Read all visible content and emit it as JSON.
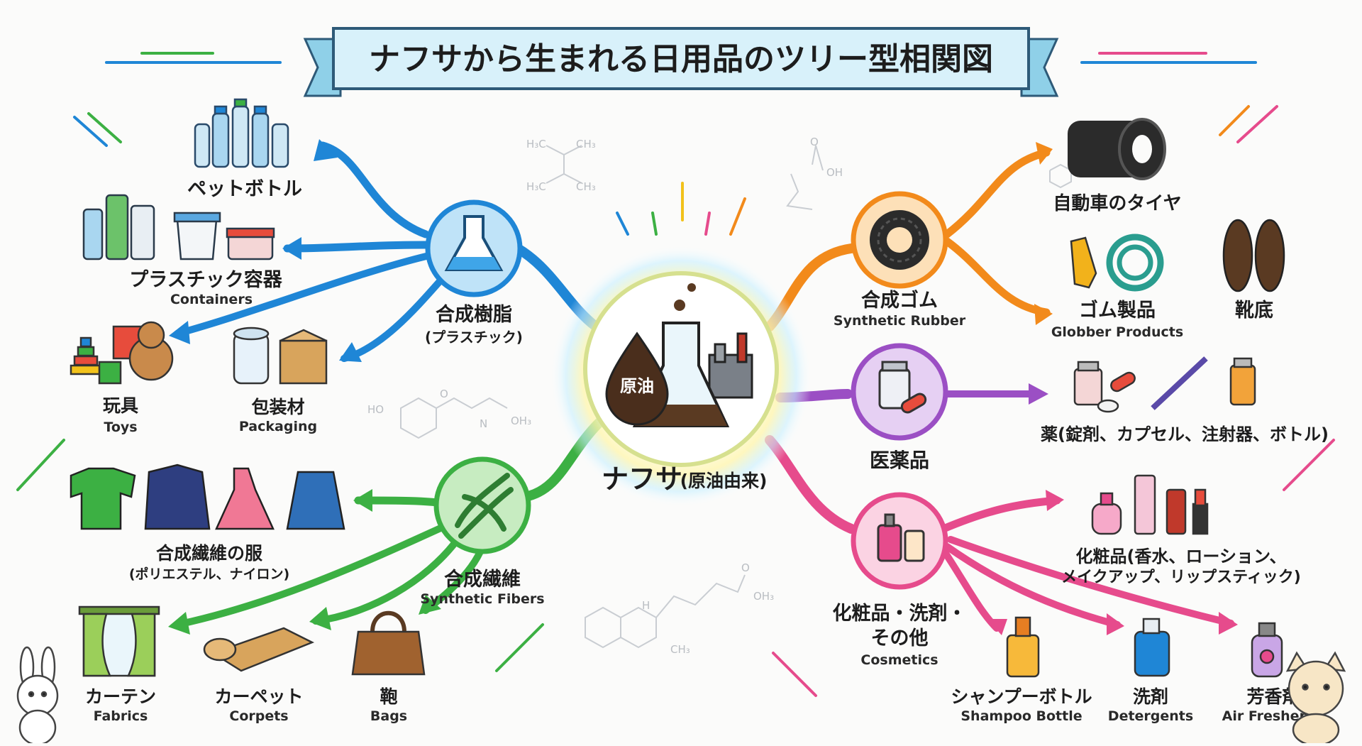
{
  "title": "ナフサから生まれる日用品のツリー型相関図",
  "center": {
    "badge": "原油",
    "label": "ナフサ",
    "label_sub": "(原油由来)"
  },
  "branches": {
    "plastic": {
      "label": "合成樹脂",
      "sub": "(プラスチック)",
      "color": "#1f86d6"
    },
    "fiber": {
      "label": "合成繊維",
      "sub": "Synthetic Fibers",
      "color": "#3cb043"
    },
    "rubber": {
      "label": "合成ゴム",
      "sub": "Synthetic Rubber",
      "color": "#f28a1b"
    },
    "medicine": {
      "label": "医薬品",
      "color": "#9b4fc4"
    },
    "cosmetic": {
      "label1": "化粧品・洗剤・",
      "label2": "その他",
      "sub": "Cosmetics",
      "color": "#e64b8c"
    }
  },
  "products": {
    "pet_bottle": {
      "jp": "ペットボトル"
    },
    "containers": {
      "jp": "プラスチック容器",
      "en": "Containers"
    },
    "toys": {
      "jp": "玩具",
      "en": "Toys"
    },
    "packaging": {
      "jp": "包装材",
      "en": "Packaging"
    },
    "clothes": {
      "jp": "合成繊維の服",
      "sub": "(ポリエステル、ナイロン)"
    },
    "curtain": {
      "jp": "カーテン",
      "en": "Fabrics"
    },
    "carpet": {
      "jp": "カーペット",
      "en": "Corpets"
    },
    "bag": {
      "jp": "鞄",
      "en": "Bags"
    },
    "tire": {
      "jp": "自動車のタイヤ"
    },
    "rubber_goods": {
      "jp": "ゴム製品",
      "en": "Globber Products"
    },
    "shoe_sole": {
      "jp": "靴底"
    },
    "medicine_items": {
      "jp": "薬(錠剤、カプセル、注射器、ボトル)"
    },
    "cosmetics_items": {
      "jp1": "化粧品(香水、ローション、",
      "jp2": "メイクアップ、リップスティック)"
    },
    "shampoo": {
      "jp": "シャンプーボトル",
      "en": "Shampoo Bottle"
    },
    "detergent": {
      "jp": "洗剤",
      "en": "Detergents"
    },
    "freshener": {
      "jp": "芳香剤",
      "en": "Air Freshener"
    }
  },
  "molecules": {
    "m1a": "H₃C",
    "m1b": "CH₃",
    "m1c": "H₃C",
    "m1d": "CH₃",
    "m2a": "O",
    "m2b": "OH",
    "m3a": "HO",
    "m3b": "O",
    "m3c": "N",
    "m3d": "OH₃",
    "m4a": "O",
    "m4b": "OH₃",
    "m4c": "H",
    "m4d": "CH₃"
  }
}
